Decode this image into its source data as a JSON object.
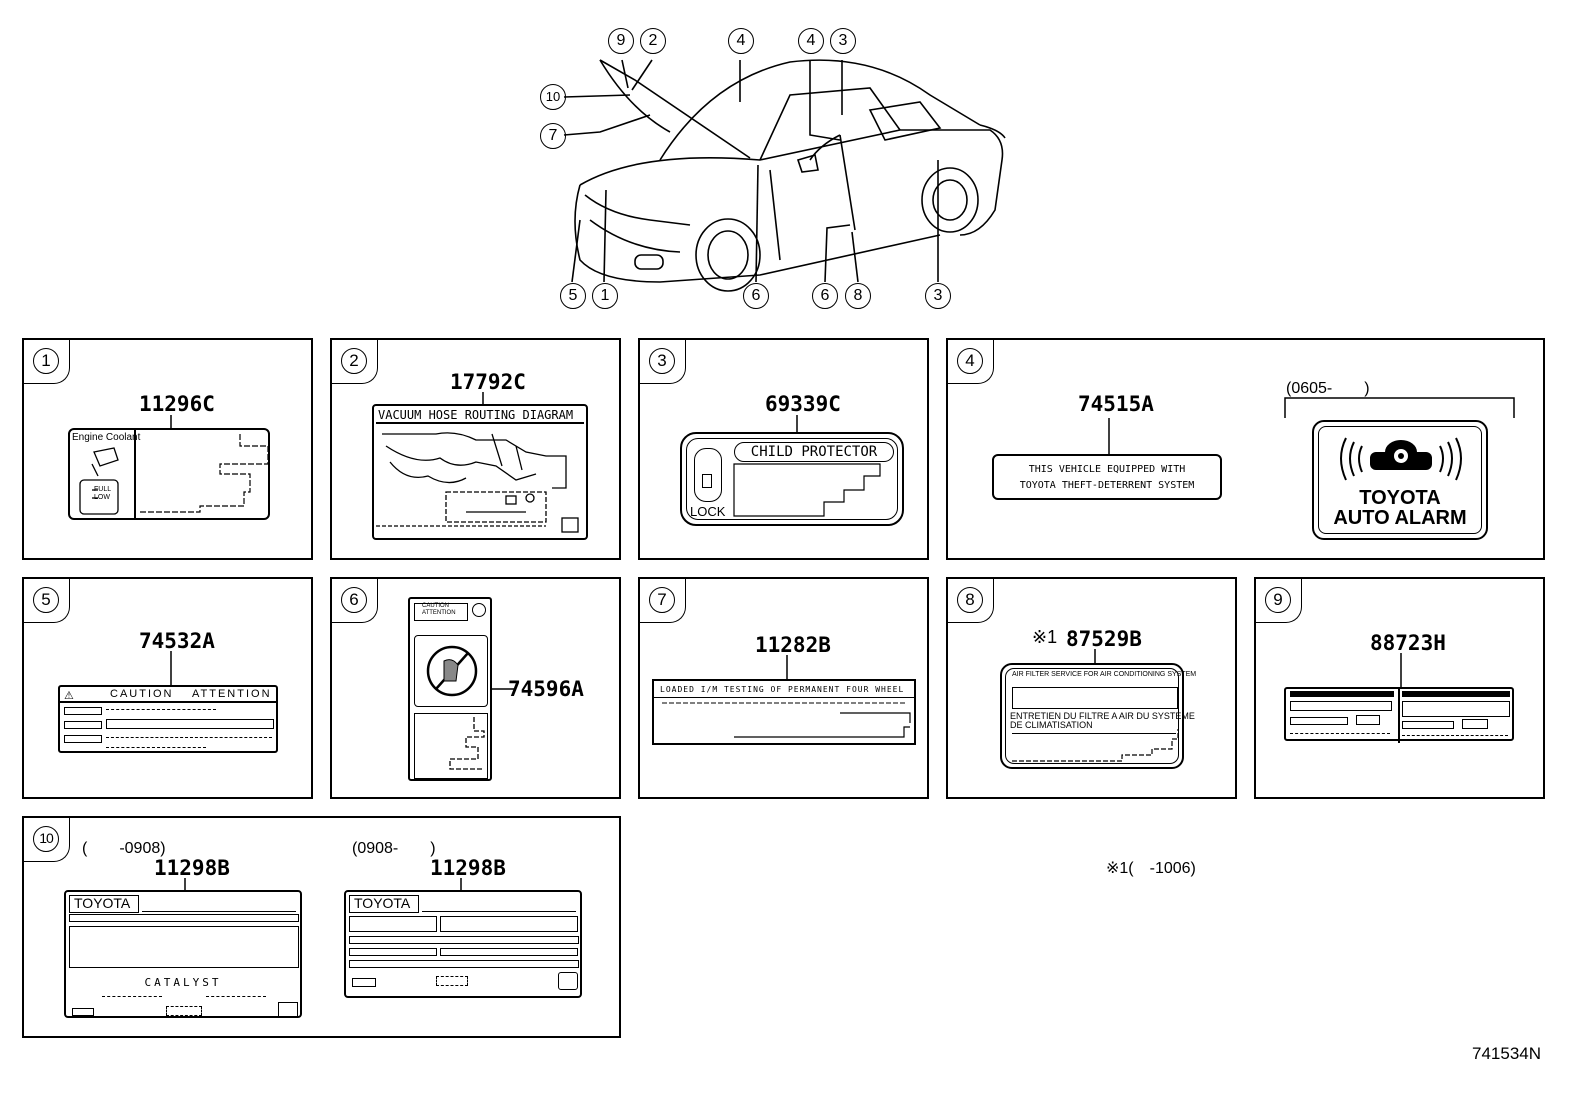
{
  "car_callouts": [
    {
      "n": "9"
    },
    {
      "n": "2"
    },
    {
      "n": "4"
    },
    {
      "n": "4"
    },
    {
      "n": "3"
    },
    {
      "n": "10"
    },
    {
      "n": "7"
    },
    {
      "n": "5"
    },
    {
      "n": "1"
    },
    {
      "n": "6"
    },
    {
      "n": "6"
    },
    {
      "n": "8"
    },
    {
      "n": "3"
    }
  ],
  "panels": {
    "p1": {
      "num": "1",
      "part": "11296C",
      "label_text": "Engine Coolant",
      "full": "FULL",
      "low": "LOW"
    },
    "p2": {
      "num": "2",
      "part": "17792C",
      "label_text": "VACUUM HOSE ROUTING DIAGRAM"
    },
    "p3": {
      "num": "3",
      "part": "69339C",
      "label_text": "CHILD PROTECTOR",
      "lock": "LOCK"
    },
    "p4": {
      "num": "4",
      "part": "74515A",
      "line1": "THIS VEHICLE EQUIPPED WITH",
      "line2": "TOYOTA THEFT-DETERRENT SYSTEM",
      "range": "(0605-　　)",
      "alarm1": "TOYOTA",
      "alarm2": "AUTO ALARM"
    },
    "p5": {
      "num": "5",
      "part": "74532A",
      "caution": "CAUTION",
      "attention": "ATTENTION"
    },
    "p6": {
      "num": "6",
      "part": "74596A",
      "caution": "CAUTION",
      "attention": "ATTENTION"
    },
    "p7": {
      "num": "7",
      "part": "11282B",
      "label_text": "LOADED I/M TESTING OF PERMANENT FOUR WHEEL"
    },
    "p8": {
      "num": "8",
      "part": "87529B",
      "marker": "※1",
      "line1": "AIR FILTER SERVICE FOR AIR CONDITIONING SYSTEM",
      "line2": "ENTRETIEN DU FILTRE A AIR DU SYSTEME",
      "line3": "DE CLIMATISATION"
    },
    "p9": {
      "num": "9",
      "part": "88723H"
    },
    "p10": {
      "num": "10",
      "range_a": "(　　-0908)",
      "range_b": "(0908-　　)",
      "part_a": "11298B",
      "part_b": "11298B",
      "toyota": "TOYOTA",
      "catalyst": "CATALYST"
    }
  },
  "footnote": "※1(　-1006)",
  "drawing_ref": "741534N"
}
